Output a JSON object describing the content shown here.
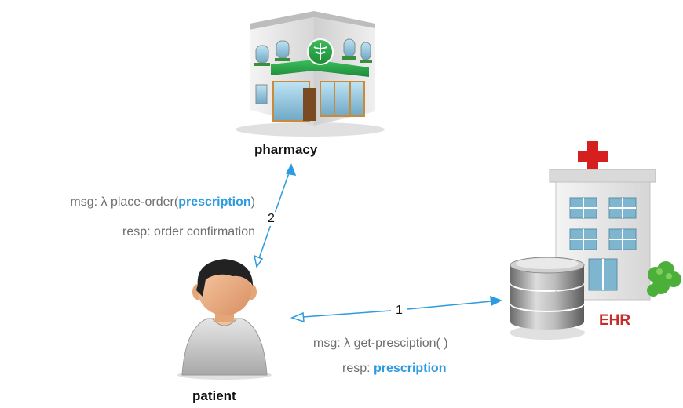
{
  "nodes": {
    "pharmacy": {
      "label": "pharmacy"
    },
    "patient": {
      "label": "patient"
    },
    "ehr": {
      "label": "EHR"
    }
  },
  "edges": [
    {
      "number": "2",
      "msg_prefix": "msg: λ place-order(",
      "msg_highlight": "prescription",
      "msg_suffix": ")",
      "resp_prefix": "resp: order confirmation"
    },
    {
      "number": "1",
      "msg_prefix": "msg: λ get-presciption( )",
      "resp_prefix": "resp: ",
      "resp_highlight": "prescription"
    }
  ],
  "colors": {
    "arrow": "#2d9be0",
    "highlight": "#2d9be0",
    "ehr_label": "#c92a2a",
    "text_muted": "#6e6e6e"
  },
  "icons": [
    "pharmacy-building-icon",
    "user-avatar-icon",
    "hospital-building-icon",
    "database-icon"
  ]
}
